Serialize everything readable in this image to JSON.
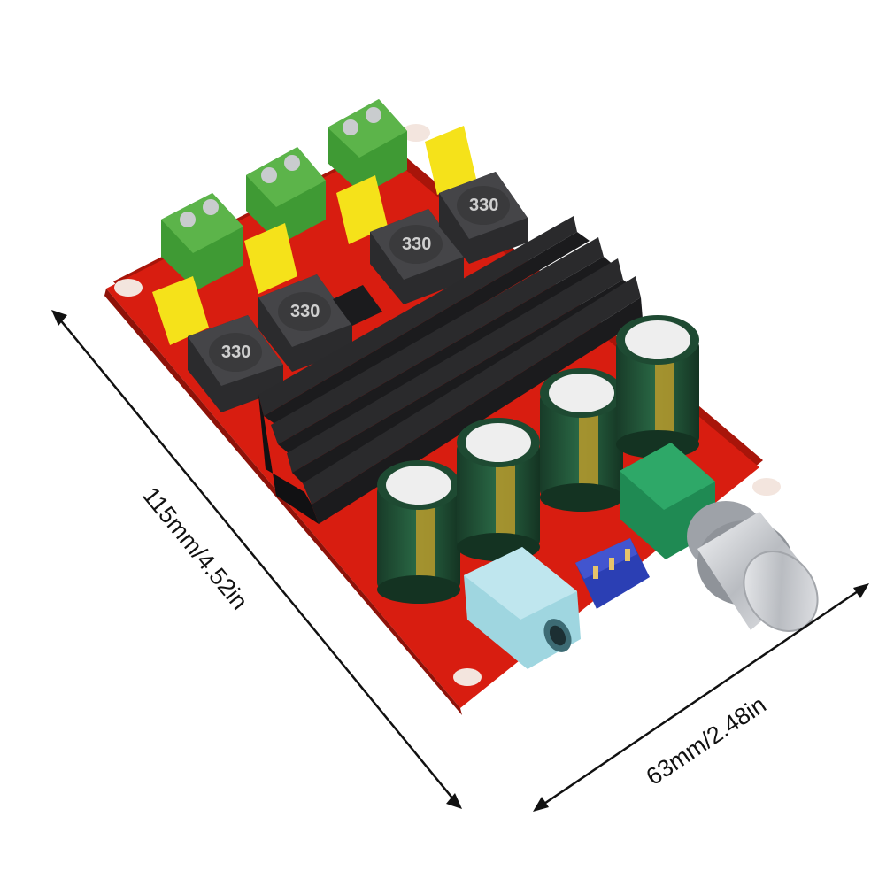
{
  "dimensions": {
    "length_label": "115mm/4.52in",
    "width_label": "63mm/2.48in"
  },
  "inductor_marking": "330",
  "colors": {
    "background": "#ffffff",
    "pcb": "#d81d10",
    "pcb_edge": "#a8150a",
    "terminal": "#3f9a34",
    "capacitor_yellow": "#f5e21a",
    "inductor": "#3b3b3d",
    "heatsink": "#1b1b1d",
    "electrolytic": "#1e4a32",
    "electrolytic_stripe": "#b89a2c",
    "audio_jack": "#9fd6e0",
    "header": "#2b3fb4",
    "pot_body": "#1f8a53",
    "knob": "#cfd2d6"
  }
}
